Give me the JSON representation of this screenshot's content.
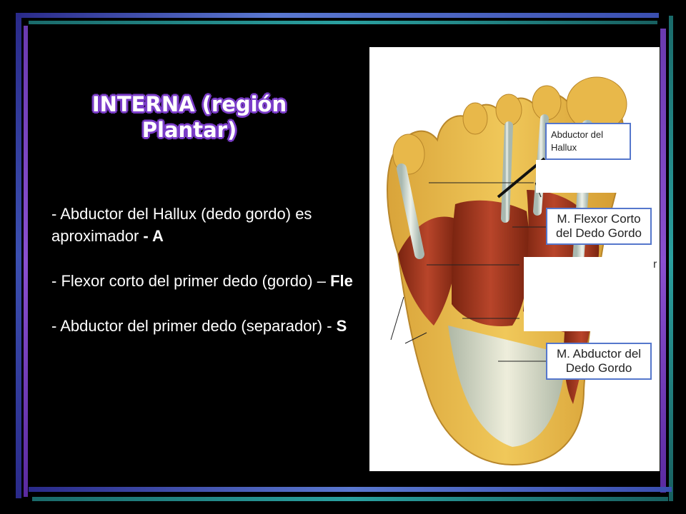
{
  "slide": {
    "title": "INTERNA (región Plantar)",
    "bullets": [
      {
        "text": "- Abductor del Hallux (dedo gordo) es aproximador ",
        "tag": "- A"
      },
      {
        "text": "- Flexor corto del primer dedo (gordo) – ",
        "tag": "Fle"
      },
      {
        "text": "- Abductor del primer dedo (separador) - ",
        "tag": "S"
      }
    ]
  },
  "figure": {
    "callouts": {
      "abductor_hallux": "Abductor del Hallux",
      "flexor_corto": "M. Flexor Corto del Dedo Gordo",
      "abductor_dedo_gordo": "M. Abductor del Dedo Gordo"
    },
    "stray_letter": "r"
  },
  "colors": {
    "background": "#000000",
    "title_outline": "#7a3cc8",
    "frame_blue": "#5a78d0",
    "frame_purple": "#8a4fd0",
    "frame_teal": "#2aa0a0",
    "callout_border": "#5577cc"
  }
}
